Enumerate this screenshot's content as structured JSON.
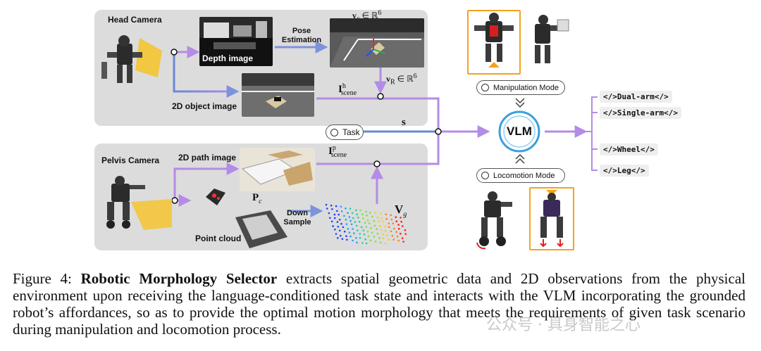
{
  "head_camera": {
    "title": "Head Camera",
    "depth_label": "Depth image",
    "pose_label": "Pose\nEstimation",
    "object_label": "2D object image",
    "vc": "v",
    "vc_sub": "c",
    "vc_tail": " ∈ ℝ",
    "vc_sup": "6",
    "vr": "v",
    "vr_sub": "R",
    "vr_tail": " ∈ ℝ",
    "vr_sup": "6",
    "iscene": "I",
    "iscene_sup": "h",
    "iscene_sub": "scene"
  },
  "pelvis_camera": {
    "title": "Pelvis Camera",
    "path_label": "2D path image",
    "pointcloud_label": "Point cloud",
    "downsample_label": "Down\nSample",
    "pc": "P",
    "pc_sub": "c",
    "vg": "V",
    "vg_sub": "g",
    "iscene": "I",
    "iscene_sup": "p",
    "iscene_sub": "scene"
  },
  "task": {
    "label": "Task",
    "s": "s"
  },
  "vlm": {
    "label": "VLM",
    "manipulation_mode": "Manipulation Mode",
    "locomotion_mode": "Locomotion Mode"
  },
  "outputs": [
    "</>Dual-arm</>",
    "</>Single-arm</>",
    "</>Wheel</>",
    "</>Leg</>"
  ],
  "caption": {
    "prefix": "Figure 4: ",
    "bold": "Robotic Morphology Selector",
    "text": " extracts spatial geometric data and 2D observations from the physical environment upon receiving the language-conditioned task state and interacts with the VLM incorporating the grounded robot’s affordances, so as to provide the optimal motion morphology that meets the requirements of given task scenario during manipulation and locomotion process."
  },
  "watermark": "公众号 · 具身智能之心",
  "colors": {
    "flow": "#b48be6",
    "flow_blue": "#6a87d6",
    "panel": "#dcdcdc",
    "accent_orange": "#f5a21b",
    "vlm_blue": "#3aa0dc"
  }
}
